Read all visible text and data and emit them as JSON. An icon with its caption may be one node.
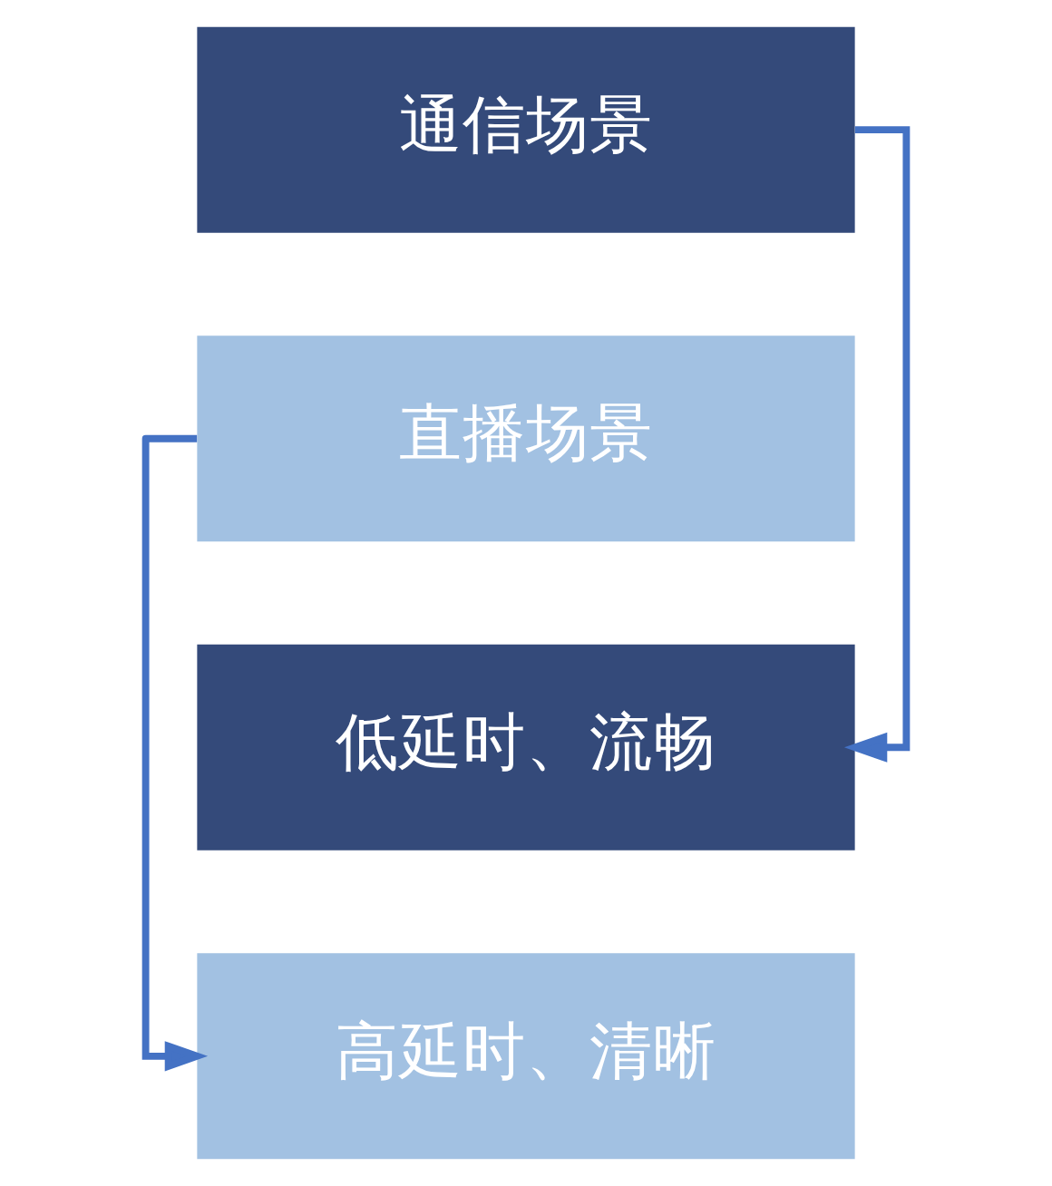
{
  "diagram": {
    "nodes": [
      {
        "text": [
          "通信场景"
        ]
      },
      {
        "text": [
          "直播场景"
        ]
      },
      {
        "text": [
          "低延时、流畅"
        ]
      },
      {
        "text": [
          "高延时、清晰"
        ]
      }
    ],
    "edges": [
      {
        "from": 0,
        "to": 2,
        "arrow": "to"
      },
      {
        "from": 1,
        "to": 3,
        "arrow": "to"
      }
    ]
  }
}
